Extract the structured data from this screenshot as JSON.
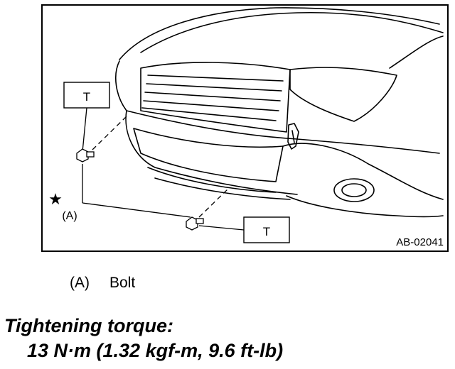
{
  "figure": {
    "code": "AB-02041",
    "callout_top": "T",
    "callout_bottom": "T",
    "bolt_ref": "(A)",
    "special_mark": "★"
  },
  "legend": {
    "items": [
      {
        "ref": "(A)",
        "label": "Bolt"
      }
    ]
  },
  "torque": {
    "heading": "Tightening torque:",
    "value": "13 N·m (1.32 kgf-m, 9.6 ft-lb)"
  }
}
